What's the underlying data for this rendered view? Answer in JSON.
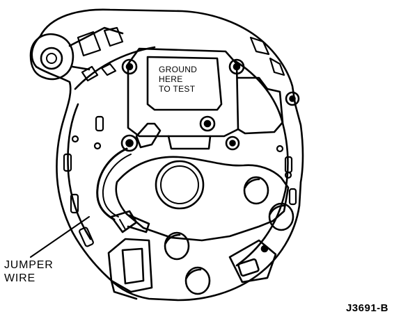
{
  "labels": {
    "ground_plate": [
      "GROUND",
      "HERE",
      "TO TEST"
    ],
    "jumper": [
      "JUMPER",
      "WIRE"
    ],
    "figure_code": "J3691-B"
  },
  "colors": {
    "ink": "#000000",
    "paper": "#ffffff"
  }
}
